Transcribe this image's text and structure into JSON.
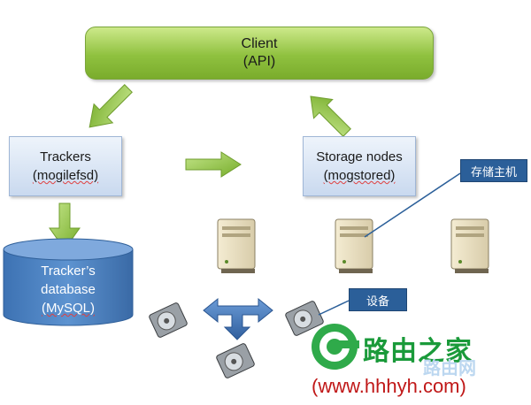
{
  "client": {
    "line1": "Client",
    "line2": "(API)"
  },
  "trackers": {
    "line1": "Trackers",
    "line2": "(mogilefsd)"
  },
  "storage": {
    "line1": "Storage nodes",
    "line2": "(mogstored)"
  },
  "database": {
    "line1": "Tracker’s",
    "line2": "database",
    "line3": "(MySQL)"
  },
  "callouts": {
    "host": "存储主机",
    "device": "设备"
  },
  "watermark": {
    "brand": "路由之家",
    "ghost": "路由网",
    "url": "(www.hhhyh.com)"
  },
  "colors": {
    "green_arrow": "#8cc63f",
    "blue_arrow": "#3f74b8",
    "callout_bg": "#2b5f99",
    "brand_green": "#1a9a3a",
    "brand_red": "#c01818"
  }
}
